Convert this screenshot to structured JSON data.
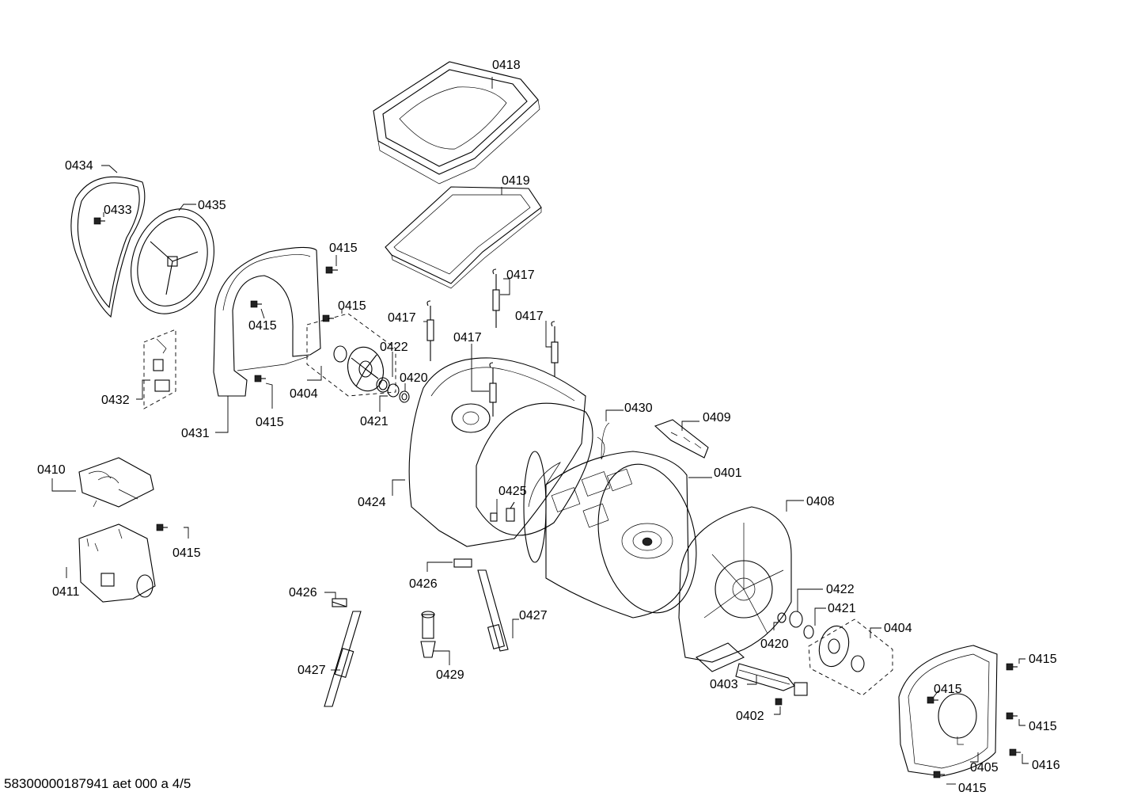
{
  "labels": {
    "l0418": "0418",
    "l0419": "0419",
    "l0434": "0434",
    "l0433": "0433",
    "l0435": "0435",
    "l0415a": "0415",
    "l0415b": "0415",
    "l0415c": "0415",
    "l0415d": "0415",
    "l0417a": "0417",
    "l0417b": "0417",
    "l0417c": "0417",
    "l0417d": "0417",
    "l0422a": "0422",
    "l0420a": "0420",
    "l0421a": "0421",
    "l0404a": "0404",
    "l0432": "0432",
    "l0431": "0431",
    "l0430": "0430",
    "l0409": "0409",
    "l0401": "0401",
    "l0410": "0410",
    "l0424": "0424",
    "l0425": "0425",
    "l0408": "0408",
    "l0415e": "0415",
    "l0411": "0411",
    "l0426a": "0426",
    "l0426b": "0426",
    "l0427a": "0427",
    "l0427b": "0427",
    "l0429": "0429",
    "l0422b": "0422",
    "l0421b": "0421",
    "l0420b": "0420",
    "l0404b": "0404",
    "l0403": "0403",
    "l0402": "0402",
    "l0415f": "0415",
    "l0415g": "0415",
    "l0415h": "0415",
    "l0416": "0416",
    "l0405": "0405",
    "l0415i": "0415"
  },
  "footer": "58300000187941 aet 000 a 4/5"
}
